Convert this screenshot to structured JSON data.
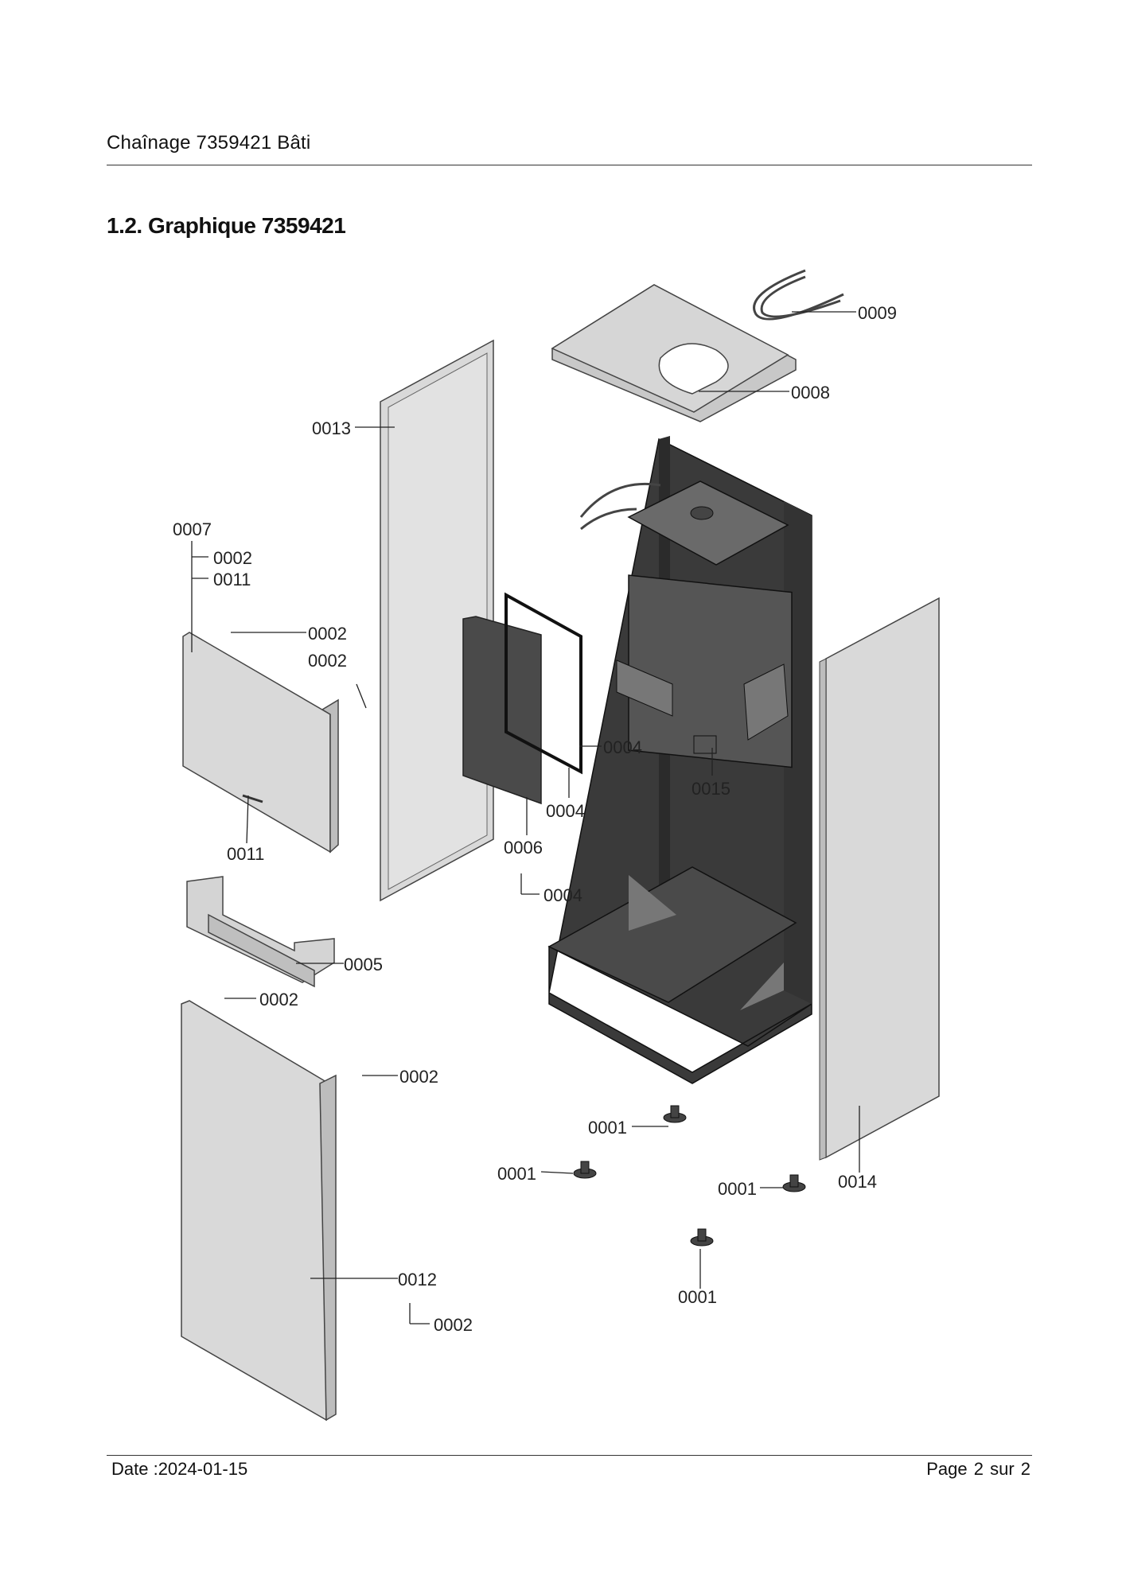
{
  "header": {
    "title": "Chaînage 7359421 Bâti"
  },
  "section": {
    "title": "1.2. Graphique 7359421"
  },
  "diagram": {
    "callouts": {
      "c0009": "0009",
      "c0008": "0008",
      "c0013": "0013",
      "c0007": "0007",
      "c0002a": "0002",
      "c0011a": "0011",
      "c0002b": "0002",
      "c0002c": "0002",
      "c0011b": "0011",
      "c0004a": "0004",
      "c0004b": "0004",
      "c0006": "0006",
      "c0004c": "0004",
      "c0015": "0015",
      "c0005": "0005",
      "c0002d": "0002",
      "c0002e": "0002",
      "c0012": "0012",
      "c0002f": "0002",
      "c0001a": "0001",
      "c0001b": "0001",
      "c0001c": "0001",
      "c0001d": "0001",
      "c0014": "0014"
    }
  },
  "footer": {
    "date": "Date :2024-01-15",
    "page": "Page 2 sur  2"
  },
  "colors": {
    "panel_light": "#d9d9d9",
    "panel_dark": "#4a4a4a",
    "frame_dark": "#2b2b2b"
  }
}
